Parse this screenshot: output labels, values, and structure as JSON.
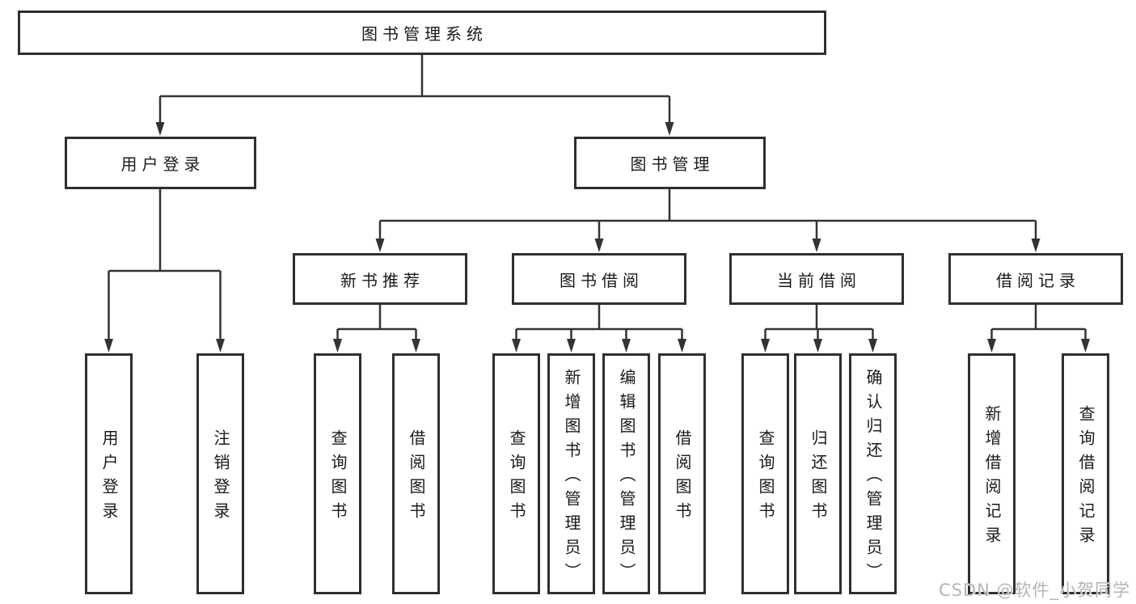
{
  "diagram": {
    "root": "图书管理系统",
    "level2": {
      "user_login": "用户登录",
      "book_mgmt": "图书管理"
    },
    "level3": {
      "new_book": "新书推荐",
      "borrowing": "图书借阅",
      "current": "当前借阅",
      "records": "借阅记录"
    },
    "leaves": {
      "user_login": "用户登录",
      "logout": "注销登录",
      "nb_query": "查询图书",
      "nb_borrow": "借阅图书",
      "bb_query": "查询图书",
      "bb_add": "新增图书（管理员）",
      "bb_edit": "编辑图书（管理员）",
      "bb_borrow": "借阅图书",
      "cb_query": "查询图书",
      "cb_return": "归还图书",
      "cb_confirm": "确认归还（管理员）",
      "rec_add": "新增借阅记录",
      "rec_query": "查询借阅记录"
    }
  },
  "watermark": "CSDN @软件_小贺同学",
  "colors": {
    "line": "#333333",
    "border": "#2f2f2f",
    "text": "#1a1a1a",
    "watermark": "#b5b5b5",
    "background": "#ffffff"
  }
}
